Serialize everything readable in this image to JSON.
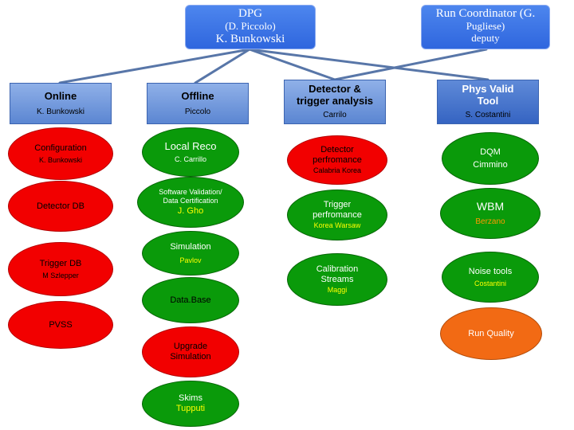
{
  "top": {
    "dpg": {
      "title": "DPG",
      "line1": "(D. Piccolo)",
      "line2": "K. Bunkowski"
    },
    "run_coordinator": {
      "title": "Run Coordinator (G.",
      "line1": "Pugliese)",
      "line2": "deputy"
    }
  },
  "columns": {
    "online": {
      "title": "Online",
      "sub": "K. Bunkowski"
    },
    "offline": {
      "title": "Offline",
      "sub": "Piccolo"
    },
    "detector_trigger": {
      "title": "Detector & trigger analysis",
      "sub": "Carrilo"
    },
    "phys_valid": {
      "title": "Phys Valid Tool",
      "sub": "S. Costantini"
    }
  },
  "online_nodes": {
    "configuration": {
      "title": "Configuration",
      "sub": "K. Bunkowski"
    },
    "detector_db": {
      "title": "Detector DB"
    },
    "trigger_db": {
      "title": "Trigger DB",
      "sub": "M Szlepper"
    },
    "pvss": {
      "title": "PVSS"
    }
  },
  "offline_nodes": {
    "local_reco": {
      "title": "Local Reco",
      "sub": "C. Carrillo"
    },
    "software_validation": {
      "title": "Software Validation/ Data Certification",
      "sub": "J. Gho"
    },
    "simulation": {
      "title": "Simulation",
      "sub": "Pavlov"
    },
    "database": {
      "title": "Data.Base"
    },
    "upgrade_simulation": {
      "title": "Upgrade Simulation"
    },
    "skims": {
      "title": "Skims",
      "sub": "Tupputi"
    }
  },
  "analysis_nodes": {
    "detector_performance": {
      "title": "Detector perfromance",
      "sub": "Calabria Korea"
    },
    "trigger_performance": {
      "title": "Trigger perfromance",
      "sub": "Korea Warsaw"
    },
    "calibration_streams": {
      "title": "Calibration Streams",
      "sub": "Maggi"
    }
  },
  "tool_nodes": {
    "dqm": {
      "title": "DQM",
      "sub": "Cimmino"
    },
    "wbm": {
      "title": "WBM",
      "sub": "Berzano"
    },
    "noise_tools": {
      "title": "Noise tools",
      "sub": "Costantini"
    },
    "run_quality": {
      "title": "Run Quality"
    }
  },
  "colors": {
    "top_box": "#3a72e6",
    "column_header": "#7ea2e0",
    "connector": "#5876a8",
    "online_node": "#f20000",
    "offline_node": "#0a9a0a",
    "tool_node": "#f26a14"
  }
}
